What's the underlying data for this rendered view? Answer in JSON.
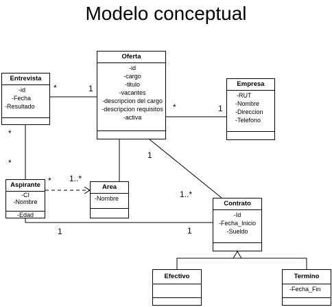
{
  "title": "Modelo conceptual",
  "classes": {
    "oferta": {
      "name": "Oferta",
      "attributes": [
        "-id",
        "-cargo",
        "-titulo",
        "-vacantes",
        "-descripcion del cargo",
        "-descripcion requisitos",
        "-activa"
      ]
    },
    "entrevista": {
      "name": "Entrevista",
      "attributes": [
        "-id",
        "-Fecha",
        "-Resultado"
      ]
    },
    "empresa": {
      "name": "Empresa",
      "attributes": [
        "-RUT",
        "-Nombre",
        "-Direccion",
        "-Telefono"
      ]
    },
    "aspirante": {
      "name": "Aspirante",
      "attributes": [
        "-CI",
        "-Nombre",
        "-Edad"
      ]
    },
    "area": {
      "name": "Area",
      "attributes": [
        "-Nombre"
      ]
    },
    "contrato": {
      "name": "Contrato",
      "attributes": [
        "-Id",
        "-Fecha_Inicio",
        "-Sueldo"
      ]
    },
    "efectivo": {
      "name": "Efectivo",
      "attributes": []
    },
    "termino": {
      "name": "Termino",
      "attributes": [
        "-Fecha_Fin"
      ]
    }
  },
  "multiplicities": {
    "entrevista_oferta_near_entrevista": "*",
    "entrevista_oferta_near_oferta": "1",
    "oferta_empresa_near_oferta": "*",
    "oferta_empresa_near_empresa": "1",
    "entrevista_aspirante_near_entrevista": "*",
    "entrevista_aspirante_near_aspirante": "*",
    "aspirante_area_near_aspirante": "*",
    "aspirante_area_near_area": "1..*",
    "oferta_contrato_near_oferta": "1",
    "oferta_contrato_near_contrato": "1..*",
    "aspirante_contrato_near_aspirante": "1",
    "aspirante_contrato_near_contrato": "1"
  }
}
